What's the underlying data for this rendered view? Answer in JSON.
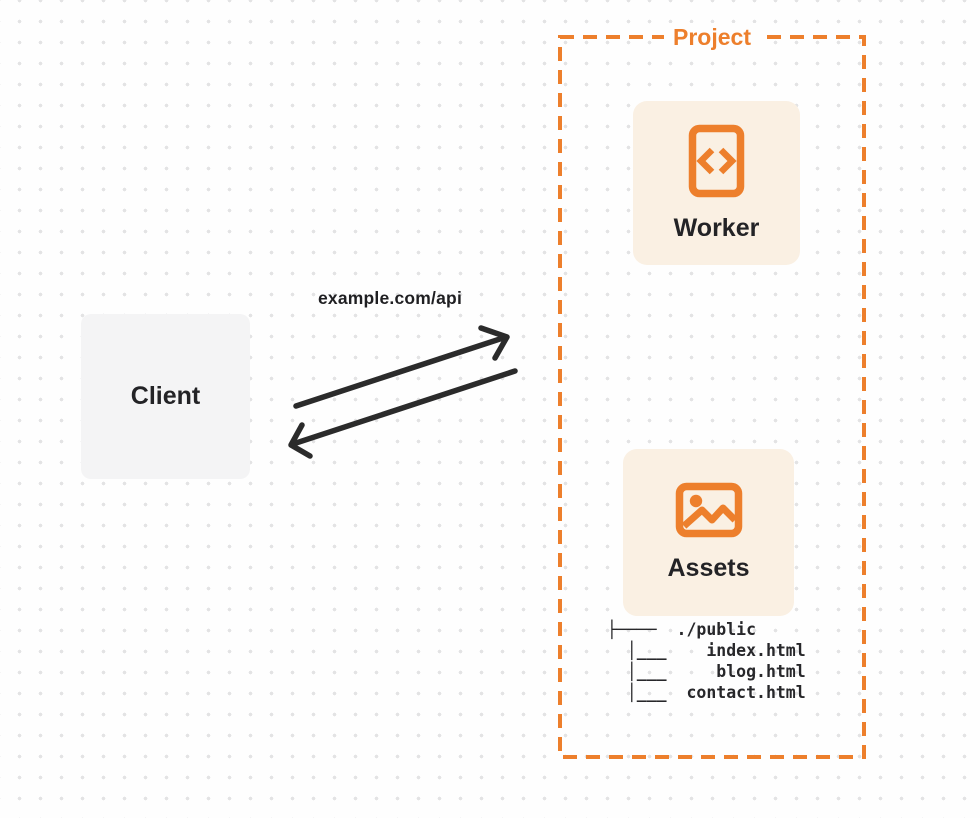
{
  "colors": {
    "accent_orange": "#ED7F2C",
    "card_background": "#FAF0E3",
    "client_background": "#F4F4F5",
    "text_dark": "#232326",
    "arrow_black": "#2B2B2B",
    "dot_grid": "#E3E3E4",
    "page_background": "#FEFEFE"
  },
  "client": {
    "label": "Client"
  },
  "request": {
    "label": "example.com/api"
  },
  "project": {
    "label": "Project",
    "worker": {
      "label": "Worker",
      "icon": "code-file-icon"
    },
    "assets": {
      "label": "Assets",
      "icon": "image-icon"
    },
    "file_tree": {
      "lines": [
        "├────  ./public",
        "  │___    index.html",
        "  │___     blog.html",
        "  │___  contact.html"
      ]
    }
  }
}
